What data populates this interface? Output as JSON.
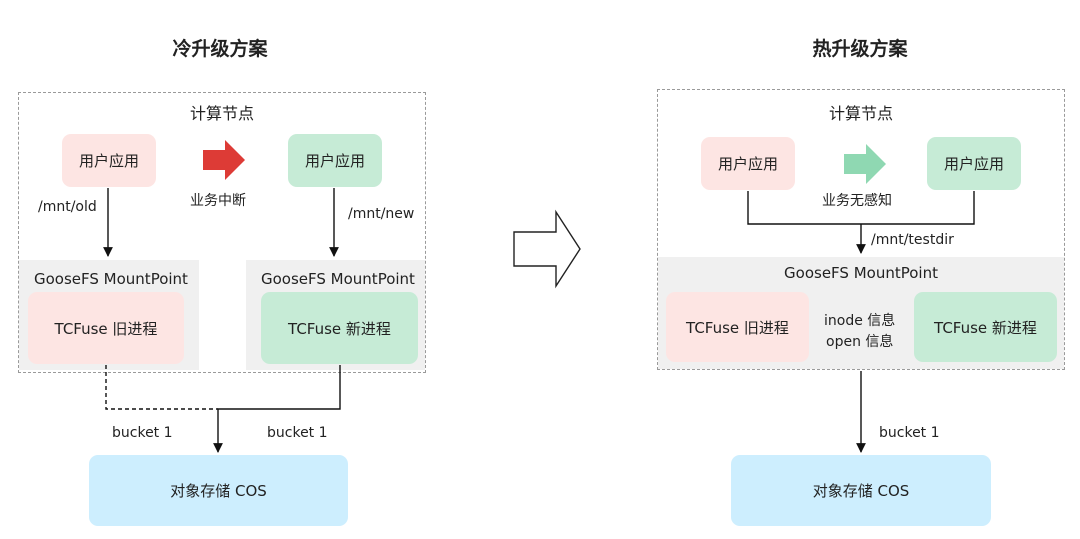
{
  "cold": {
    "title": "冷升级方案",
    "compute_node": "计算节点",
    "app_left": "用户应用",
    "app_right": "用户应用",
    "interrupt_label": "业务中断",
    "path_old": "/mnt/old",
    "path_new": "/mnt/new",
    "mountpoint_left": "GooseFS MountPoint",
    "mountpoint_right": "GooseFS MountPoint",
    "old_process": "TCFuse 旧进程",
    "new_process": "TCFuse 新进程",
    "bucket_left": "bucket 1",
    "bucket_right": "bucket 1",
    "cos": "对象存储 COS"
  },
  "hot": {
    "title": "热升级方案",
    "compute_node": "计算节点",
    "app_left": "用户应用",
    "app_right": "用户应用",
    "seamless_label": "业务无感知",
    "path": "/mnt/testdir",
    "mountpoint": "GooseFS MountPoint",
    "old_process": "TCFuse 旧进程",
    "new_process": "TCFuse 新进程",
    "inode_info": "inode 信息",
    "open_info": "open 信息",
    "bucket": "bucket 1",
    "cos": "对象存储 COS"
  },
  "colors": {
    "pink_box": "#fde5e3",
    "green_box": "#c6ebd6",
    "blue_box": "#cdeefe",
    "red_arrow": "#dd3b36",
    "green_arrow": "#8fd8b2",
    "grey_zone": "#f0f0f0"
  }
}
